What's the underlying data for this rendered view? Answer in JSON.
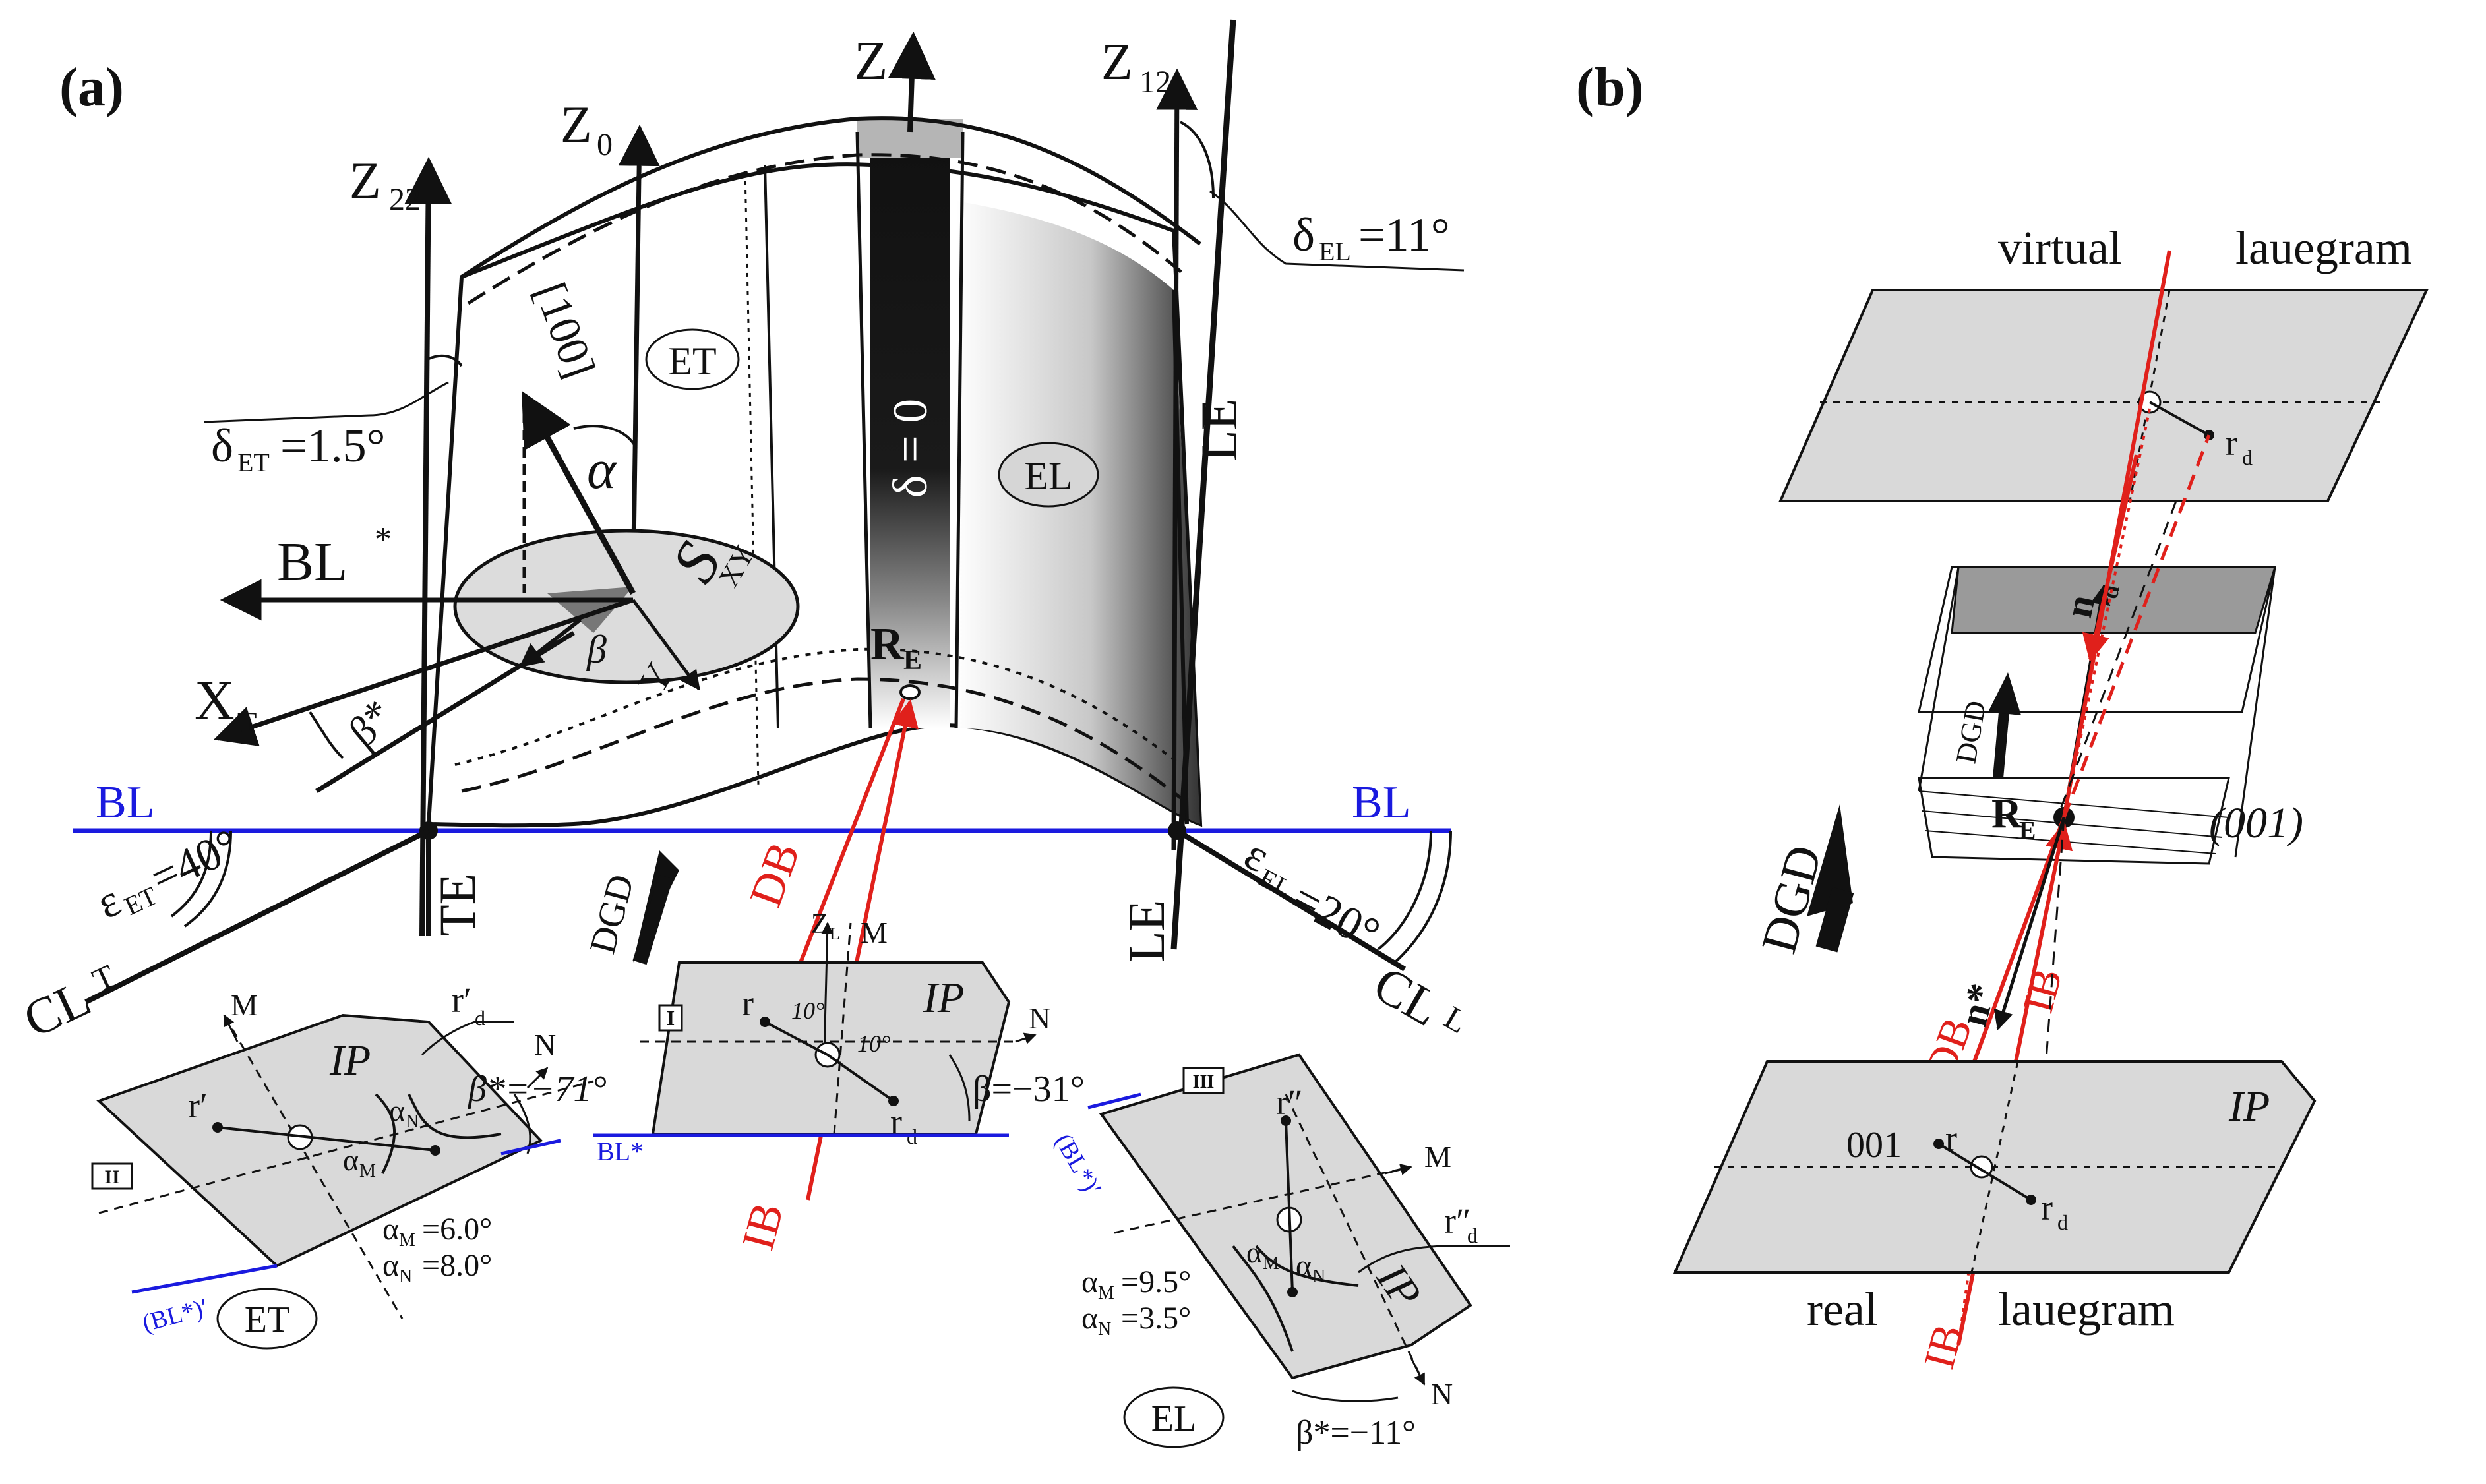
{
  "panel_a": {
    "label": "(a)",
    "axes": {
      "z": "Z",
      "z0": "Z",
      "z0_sub": "0",
      "z12": "Z",
      "z12_sub": "12",
      "z22": "Z",
      "z22_sub": "22",
      "bl_star": "BL",
      "bl_star_sup": "*",
      "x_t": "X",
      "x_t_sub": "T",
      "y": "Y",
      "dir_100": "[100]",
      "s_xy": "S",
      "s_xy_sub": "XY",
      "alpha": "α",
      "beta": "β",
      "beta_star": "β*"
    },
    "regions": {
      "et": "ET",
      "el": "EL",
      "delta_zero": "δ = 0",
      "r_e": "R",
      "r_e_sub": "E"
    },
    "deltas": {
      "et_prefix": "δ",
      "et_sub": "ET",
      "et_value": "=1.5°",
      "el_prefix": "δ",
      "el_sub": "EL",
      "el_value": "=11°"
    },
    "baseline": {
      "bl_left": "BL",
      "bl_right": "BL",
      "te": "TE",
      "le_top": "LE",
      "le_bottom": "LE",
      "cl_left": "CL",
      "cl_left_sup": "T",
      "cl_right": "CL",
      "cl_right_sup": "L",
      "eps_et_prefix": "ε",
      "eps_et_sub": "ET",
      "eps_et_value": "=40°",
      "eps_el_prefix": "ε",
      "eps_el_sub": "EL",
      "eps_el_value": "=20°"
    },
    "beams": {
      "db": "DB",
      "ib": "IB",
      "dgd": "DGD"
    },
    "ip_center": {
      "badge": "I",
      "ip": "IP",
      "m": "M",
      "n": "N",
      "zl": "Z",
      "zl_sub": "L",
      "r": "r",
      "rd": "r",
      "rd_sub": "d",
      "angle1": "10°",
      "angle2": "10°",
      "beta_value": "β=−31°",
      "bl_star": "BL*"
    },
    "ip_left": {
      "badge": "II",
      "ip": "IP",
      "m": "M",
      "n": "N",
      "r": "r′",
      "rd": "r′",
      "rd_sub": "d",
      "alpha_m": "α",
      "alpha_m_sub": "M",
      "alpha_n": "α",
      "alpha_n_sub": "N",
      "beta_value": "β*=−71°",
      "alpha_m_value_prefix": "α",
      "alpha_m_value_sub": "M",
      "alpha_m_value": "=6.0°",
      "alpha_n_value_prefix": "α",
      "alpha_n_value_sub": "N",
      "alpha_n_value": "=8.0°",
      "bl_star": "(BL*)′",
      "region": "ET"
    },
    "ip_right": {
      "badge": "III",
      "ip": "IP",
      "m": "M",
      "n": "N",
      "r": "r″",
      "rd": "r″",
      "rd_sub": "d",
      "alpha_m": "α",
      "alpha_m_sub": "M",
      "alpha_n": "α",
      "alpha_n_sub": "N",
      "alpha_m_value_prefix": "α",
      "alpha_m_value_sub": "M",
      "alpha_m_value": "=9.5°",
      "alpha_n_value_prefix": "α",
      "alpha_n_value_sub": "N",
      "alpha_n_value": "=3.5°",
      "beta_value": "β*=−11°",
      "bl_star": "(BL*)′",
      "region": "EL"
    }
  },
  "panel_b": {
    "label": "(b)",
    "virtual": "virtual",
    "lauegram_top": "lauegram",
    "real": "real",
    "lauegram_bottom": "lauegram",
    "rd_top": "r",
    "rd_top_sub": "d",
    "nd": "n",
    "nd_sub": "d",
    "dgd_small": "DGD",
    "dgd_big": "DGD",
    "r_e": "R",
    "r_e_sub": "E",
    "plane": "(001)",
    "n_star": "n*",
    "db": "DB",
    "ib_mid": "IB",
    "ib_bottom": "IB",
    "ip": "IP",
    "index": "001",
    "r": "r",
    "rd_bottom": "r",
    "rd_bottom_sub": "d"
  },
  "colors": {
    "beam": "#e0201b",
    "baseline": "#1a1adf",
    "plane_fill": "#d9d9d9",
    "ink": "#111111"
  }
}
